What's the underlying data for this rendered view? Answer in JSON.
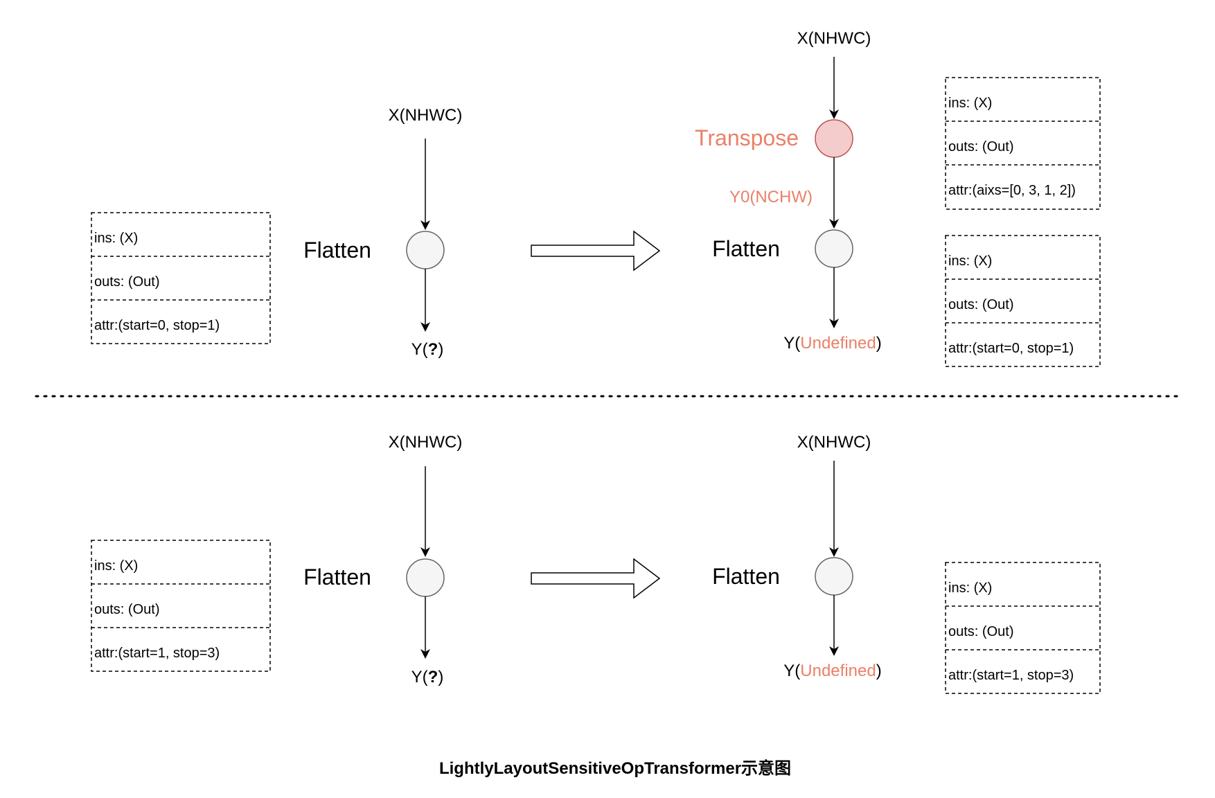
{
  "caption": "LightlyLayoutSensitiveOpTransformer示意图",
  "colors": {
    "accent": "#EA8068",
    "transpose_fill": "#F4CCCC",
    "transpose_stroke": "#B85450",
    "node_fill": "#F5F5F5",
    "node_stroke": "#666666"
  },
  "top": {
    "left": {
      "input": "X(NHWC)",
      "op": "Flatten",
      "output_prefix": "Y(",
      "output_mid": "?",
      "output_suffix": ")",
      "attrs": [
        "ins: (X)",
        "outs: (Out)",
        "attr:(start=0, stop=1)"
      ]
    },
    "right": {
      "input": "X(NHWC)",
      "transpose_label": "Transpose",
      "intermediate": "Y0(NCHW)",
      "op": "Flatten",
      "output_prefix": "Y(",
      "output_mid": "Undefined",
      "output_suffix": ")",
      "transpose_attrs": [
        "ins: (X)",
        "outs: (Out)",
        "attr:(aixs=[0, 3, 1, 2])"
      ],
      "attrs": [
        "ins: (X)",
        "outs: (Out)",
        "attr:(start=0, stop=1)"
      ]
    }
  },
  "bottom": {
    "left": {
      "input": "X(NHWC)",
      "op": "Flatten",
      "output_prefix": "Y(",
      "output_mid": "?",
      "output_suffix": ")",
      "attrs": [
        "ins: (X)",
        "outs: (Out)",
        "attr:(start=1, stop=3)"
      ]
    },
    "right": {
      "input": "X(NHWC)",
      "op": "Flatten",
      "output_prefix": "Y(",
      "output_mid": "Undefined",
      "output_suffix": ")",
      "attrs": [
        "ins: (X)",
        "outs: (Out)",
        "attr:(start=1, stop=3)"
      ]
    }
  }
}
